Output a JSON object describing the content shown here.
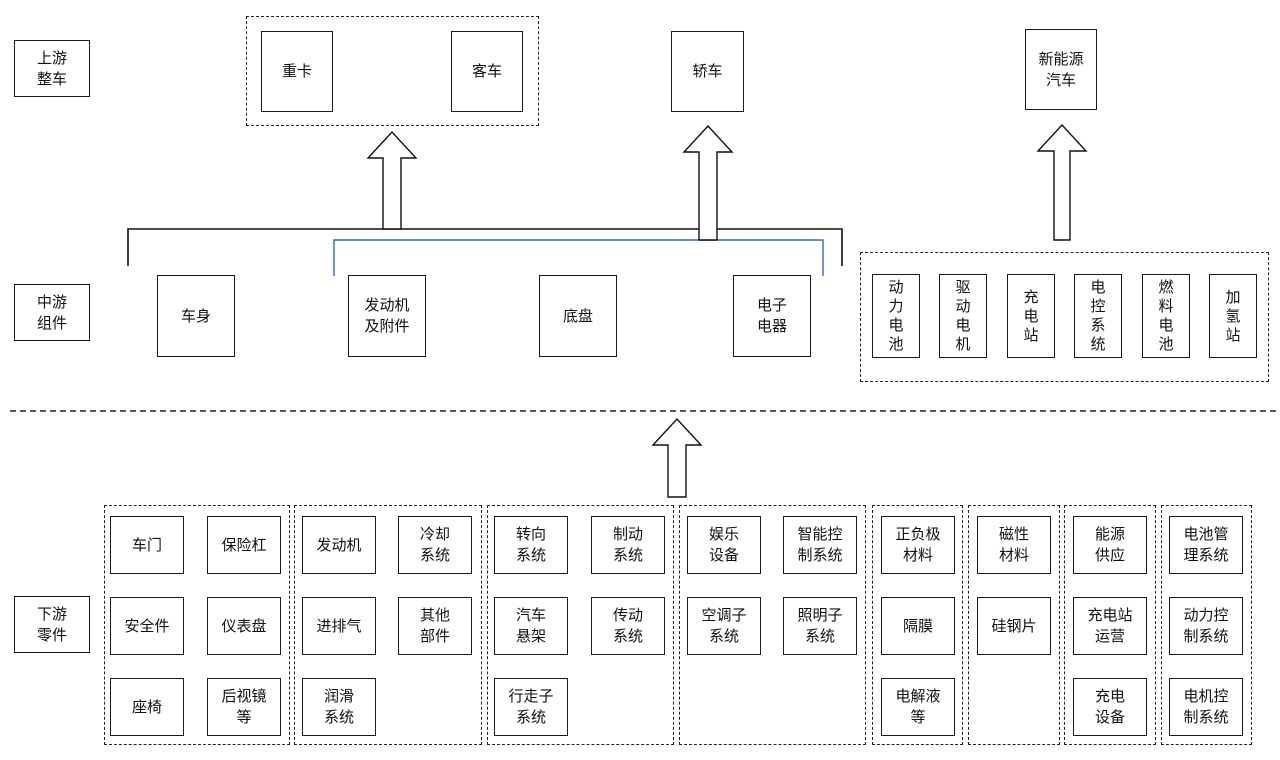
{
  "tiers": {
    "upstream": "上游\n整车",
    "midstream": "中游\n组件",
    "downstream": "下游\n零件"
  },
  "vehicles": {
    "heavy_truck": "重卡",
    "bus": "客车",
    "sedan": "轿车",
    "new_energy": "新能源\n汽车"
  },
  "components": {
    "body": "车身",
    "engine_accessories": "发动机\n及附件",
    "chassis": "底盘",
    "electronics": "电子\n电器"
  },
  "new_energy_components": [
    "动\n力\n电\n池",
    "驱\n动\n电\n机",
    "充\n电\n站",
    "电\n控\n系\n统",
    "燃\n料\n电\n池",
    "加\n氢\n站"
  ],
  "parts": {
    "body_parts": [
      "车门",
      "保险杠",
      "安全件",
      "仪表盘",
      "座椅",
      "后视镜\n等"
    ],
    "engine_parts": [
      "发动机",
      "冷却\n系统",
      "进排气",
      "其他\n部件",
      "润滑\n系统"
    ],
    "chassis_parts": [
      "转向\n系统",
      "制动\n系统",
      "汽车\n悬架",
      "传动\n系统",
      "行走子\n系统"
    ],
    "electronic_parts": [
      "娱乐\n设备",
      "智能控\n制系统",
      "空调子\n系统",
      "照明子\n系统"
    ],
    "battery_parts": [
      "正负极\n材料",
      "隔膜",
      "电解液\n等"
    ],
    "motor_parts": [
      "磁性\n材料",
      "硅钢片"
    ],
    "charging_parts": [
      "能源\n供应",
      "充电站\n运营",
      "充电\n设备"
    ],
    "control_parts": [
      "电池管\n理系统",
      "动力控\n制系统",
      "电机控\n制系统"
    ]
  }
}
